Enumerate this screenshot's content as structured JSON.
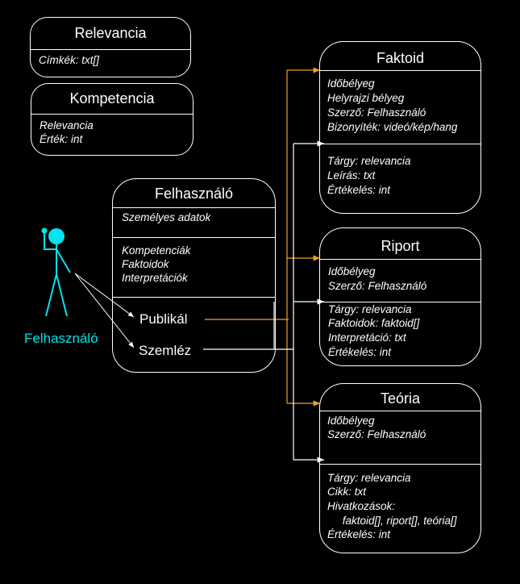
{
  "colors": {
    "background": "#000000",
    "line": "#ffffff",
    "publish": "#f0a030",
    "actor": "#00e5ef"
  },
  "relevancia": {
    "title": "Relevancia",
    "attrs": [
      "Címkék: txt[]"
    ]
  },
  "kompetencia": {
    "title": "Kompetencia",
    "attrs": [
      "Relevancia",
      "Érték: int"
    ]
  },
  "felhasznalo": {
    "title": "Felhasználó",
    "section1": [
      "Személyes adatok"
    ],
    "section2": [
      "Kompetenciák",
      "Faktoidok",
      "Interpretációk"
    ],
    "operations": {
      "publikal": "Publikál",
      "szemlez": "Szemléz"
    }
  },
  "actor": {
    "label": "Felhasználó",
    "icon": "stick-figure-icon"
  },
  "faktoid": {
    "title": "Faktoid",
    "section1": [
      "Időbélyeg",
      "Helyrajzi bélyeg",
      "Szerző: Felhasználó",
      "Bizonyíték: videó/kép/hang"
    ],
    "section2": [
      "Tárgy: relevancia",
      "Leírás: txt",
      "Értékelés: int"
    ]
  },
  "riport": {
    "title": "Riport",
    "section1": [
      "Időbélyeg",
      "Szerző: Felhasználó"
    ],
    "section2": [
      "Tárgy: relevancia",
      "Faktoidok: faktoid[]",
      "Interpretáció: txt",
      "Értékelés: int"
    ]
  },
  "teoria": {
    "title": "Teória",
    "section1": [
      "Időbélyeg",
      "Szerző: Felhasználó"
    ],
    "section2": [
      "Tárgy: relevancia",
      "Cikk: txt",
      "Hivatkozások:",
      "     faktoid[], riport[], teória[]",
      "Értékelés: int"
    ]
  }
}
